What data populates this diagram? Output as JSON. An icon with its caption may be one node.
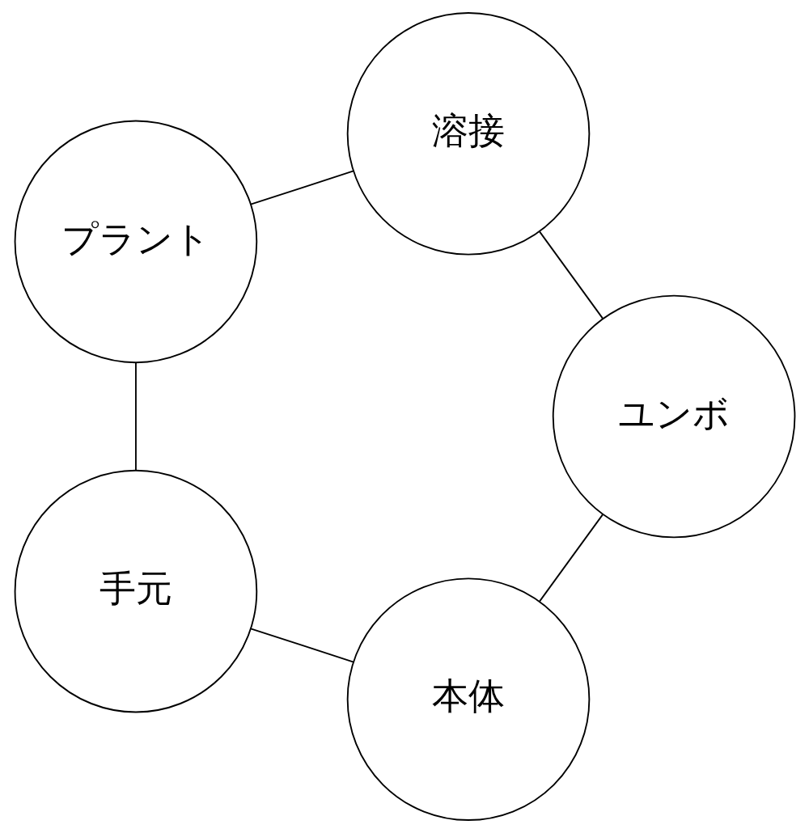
{
  "diagram": {
    "nodes": [
      {
        "text": [
          "本体"
        ]
      },
      {
        "text": [
          "手元"
        ]
      },
      {
        "text": [
          "プラント"
        ]
      },
      {
        "text": [
          "溶接"
        ]
      },
      {
        "text": [
          "ユンボ"
        ]
      }
    ],
    "edges": [
      {
        "from": 0,
        "to": 1,
        "arrow": "none"
      },
      {
        "from": 1,
        "to": 2,
        "arrow": "none"
      },
      {
        "from": 2,
        "to": 3,
        "arrow": "none"
      },
      {
        "from": 3,
        "to": 4,
        "arrow": "none"
      },
      {
        "from": 4,
        "to": 0,
        "arrow": "none"
      }
    ]
  }
}
